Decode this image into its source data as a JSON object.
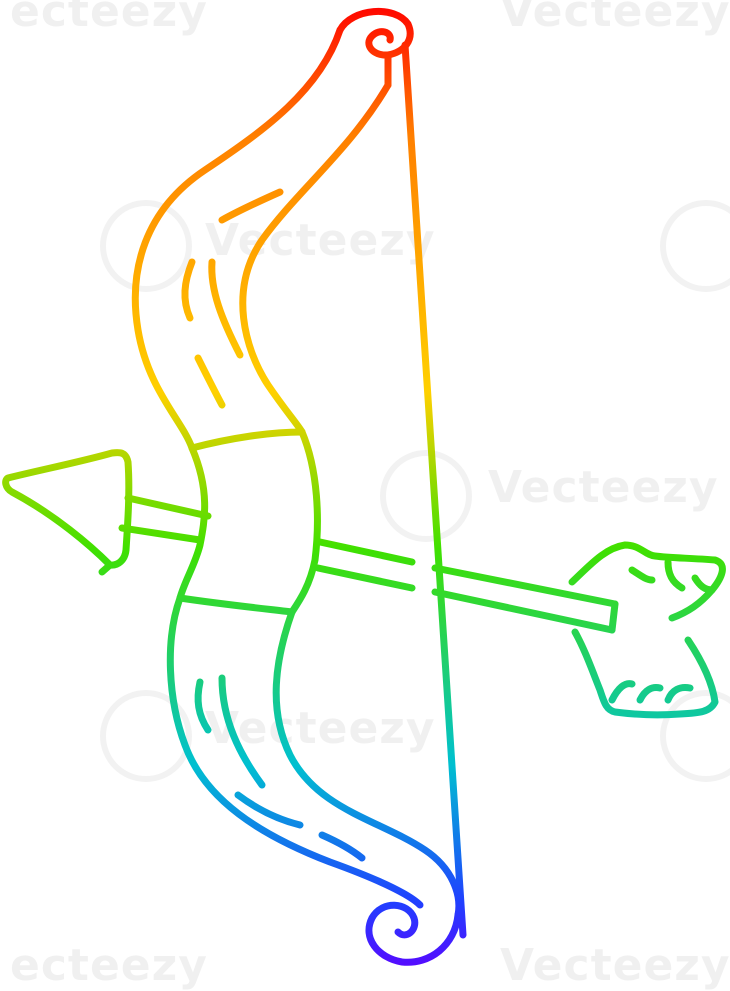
{
  "watermark": {
    "brand": "Vecteezy",
    "partial_top_left": "ecteezy",
    "partial_top_right": "Vecteezy",
    "mid_left": "Vecteezy",
    "mid_right": "Vecteezy",
    "lower_left": "Vecteezy",
    "bottom_left": "ecteezy",
    "bottom_right": "Vecteezy"
  },
  "colors": {
    "red": "#ff0000",
    "orange": "#ff8000",
    "yellow": "#ffd000",
    "green": "#40e000",
    "cyan": "#00c0d0",
    "blue": "#2040ff",
    "violet": "#6000ff"
  },
  "subject": "rainbow gradient line drawing of a bow and arrow"
}
